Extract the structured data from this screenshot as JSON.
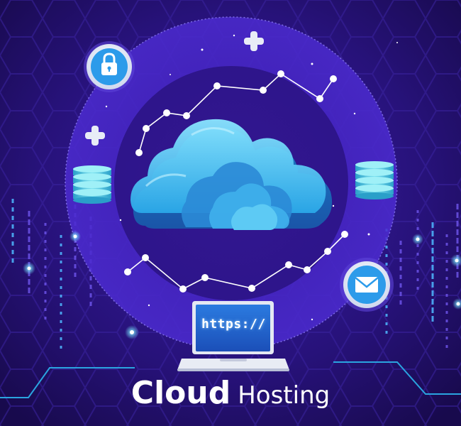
{
  "laptop": {
    "screen_text": "https://"
  },
  "headline": {
    "word1": "Cloud",
    "word2": "Hosting"
  },
  "icons": {
    "lock": "lock-icon",
    "mail": "mail-icon",
    "cloud": "cloud-icon",
    "database": "database-icon",
    "plus": "plus-icon"
  },
  "colors": {
    "background": "#1e0f5c",
    "circle": "#3b1fa8",
    "cloud": "#2fb4ea",
    "accent": "#4fd8ff"
  }
}
